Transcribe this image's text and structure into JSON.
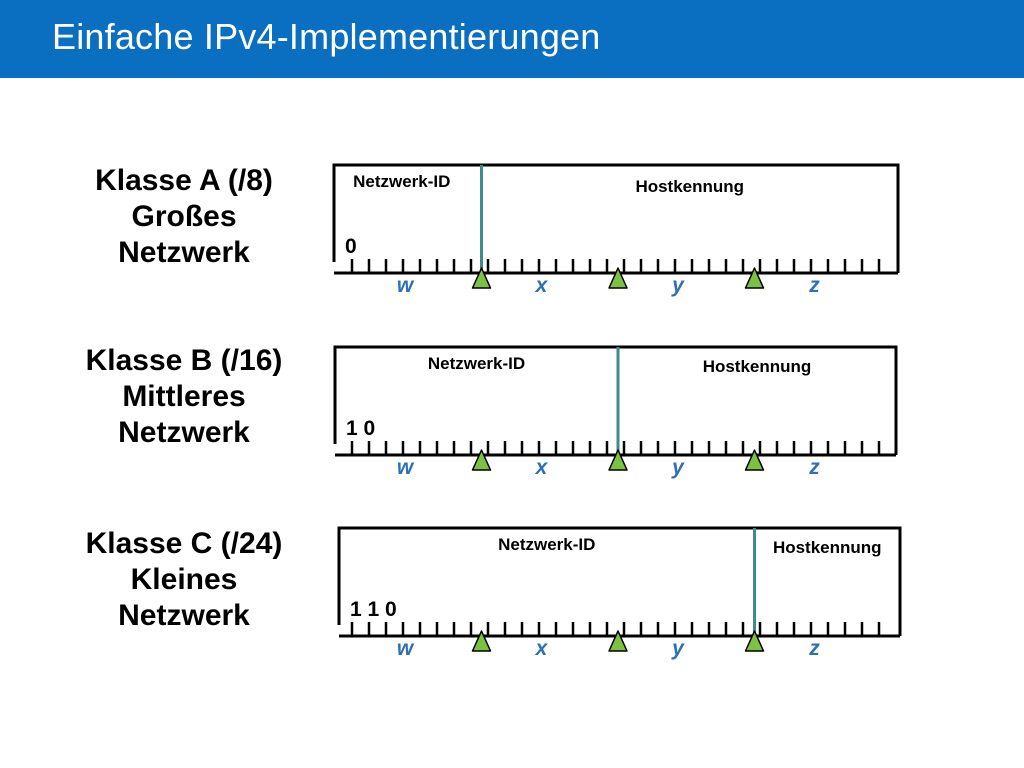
{
  "header": {
    "title": "Einfache IPv4-Implementierungen",
    "background_color": "#0a6fc0"
  },
  "octet_letters": [
    "w",
    "x",
    "y",
    "z"
  ],
  "colors": {
    "octet_letter": "#2f6fb3",
    "divider": "#3f8a8a",
    "marker": "#7dc142"
  },
  "classes": [
    {
      "heading": "Klasse A (/8)",
      "line2": "Großes",
      "line3": "Netzwerk",
      "network_label": "Netzwerk-ID",
      "host_label": "Hostkennung",
      "leading_bits": "0",
      "network_octets": 1
    },
    {
      "heading": "Klasse B (/16)",
      "line2": "Mittleres",
      "line3": "Netzwerk",
      "network_label": "Netzwerk-ID",
      "host_label": "Hostkennung",
      "leading_bits": "1 0",
      "network_octets": 2
    },
    {
      "heading": "Klasse C (/24)",
      "line2": "Kleines",
      "line3": "Netzwerk",
      "network_label": "Netzwerk-ID",
      "host_label": "Hostkennung",
      "leading_bits": "1 1 0",
      "network_octets": 3
    }
  ]
}
